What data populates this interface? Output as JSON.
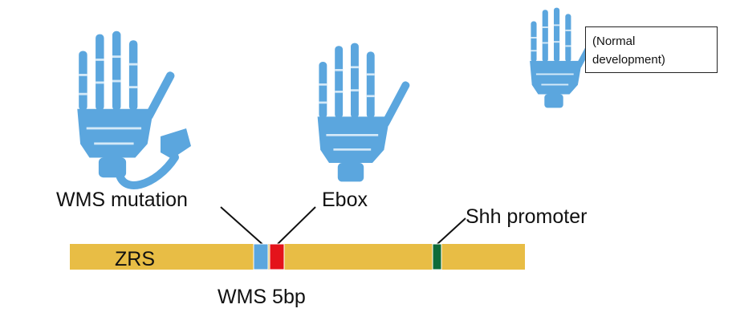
{
  "labels": {
    "wms_mutation": "WMS mutation",
    "ebox": "Ebox",
    "shh_promoter": "Shh promoter",
    "zrs": "ZRS",
    "wms_5bp": "WMS 5bp",
    "note": "(Normal development)"
  },
  "colors": {
    "bar": "#e8bd45",
    "wms": "#5ba6de",
    "ebox": "#e4131b",
    "shh": "#0f6b3a",
    "bone": "#5ba6de",
    "joint": "#d4e9f8"
  },
  "icons": {
    "left_hand": "mutant-hand-icon",
    "middle_hand": "mutant-hand-icon",
    "right_hand": "normal-hand-icon"
  }
}
